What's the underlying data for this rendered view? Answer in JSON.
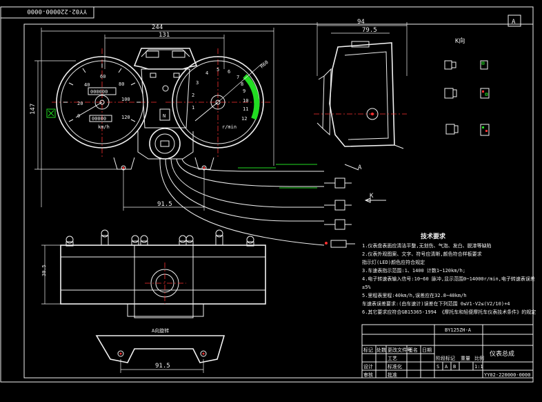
{
  "drawing": {
    "rotated_number": "YY02-220000-0000",
    "sheet_marker": "A",
    "view_label_k": "K向",
    "view_label_a_bottom": "A向旋转",
    "arrow_k": "K",
    "arrow_a": "A"
  },
  "dimensions": {
    "width_top": "244",
    "width_mid": "131",
    "height_left": "147",
    "mount_spacing": "91.5",
    "side_depth": "94",
    "side_depth_inner": "79.5",
    "front_height": "30.5",
    "bottom_spacing": "91.5",
    "slope": "R60"
  },
  "gauges": {
    "speedo_ticks": [
      "20",
      "40",
      "60",
      "80",
      "100",
      "120",
      "0"
    ],
    "speedo_unit": "km/h",
    "tacho_ticks": [
      "1",
      "2",
      "3",
      "4",
      "5",
      "6",
      "7",
      "8",
      "9",
      "10",
      "11",
      "12"
    ],
    "tacho_unit": "r/min",
    "odometer": "000000",
    "trip": "00000",
    "gear_mid": "N"
  },
  "tech_notes": {
    "title": "技术要求",
    "lines": [
      "1.仪表盘表面应清洁平整,无划伤、气泡、发白、脱漆等缺陷",
      "2.仪表外观图案、文字、符号应清晰,颜色符合样板要求",
      "  指示灯(LED)颜色应符合规定",
      "3.车速表指示范围:1、1400 计数1~120km/h;",
      "4.电子转速表输入信号:10~60 脉冲,显示范围0~14000r/min,电子转速表误差",
      "  ±5%",
      "5.里程表里程:40km/h,误差应在32.8~40km/h",
      "  车速表误差要求:(由车速计)误差在下列范围 0≤V1-V2≤(V2/10)+4",
      "6.其它要求应符合GB15365-1994 《摩托车和轻便摩托车仪表技术条件》的规定"
    ]
  },
  "title_block": {
    "model": "BY125ZH-A",
    "name": "仪表总成",
    "number": "YY02-220000-0000",
    "scale": "1:1",
    "grid_labels": [
      "标记",
      "处数",
      "更改文件号",
      "签名",
      "日期",
      "设计",
      "标准化",
      "审核",
      "工艺",
      "批准",
      "阶段标记",
      "重量",
      "比例",
      "S",
      "A",
      "B"
    ]
  },
  "colors": {
    "line": "#f2f2f2",
    "green": "#22dd22",
    "red": "#ff3030",
    "yellow": "#e8e000",
    "background": "#000000"
  }
}
